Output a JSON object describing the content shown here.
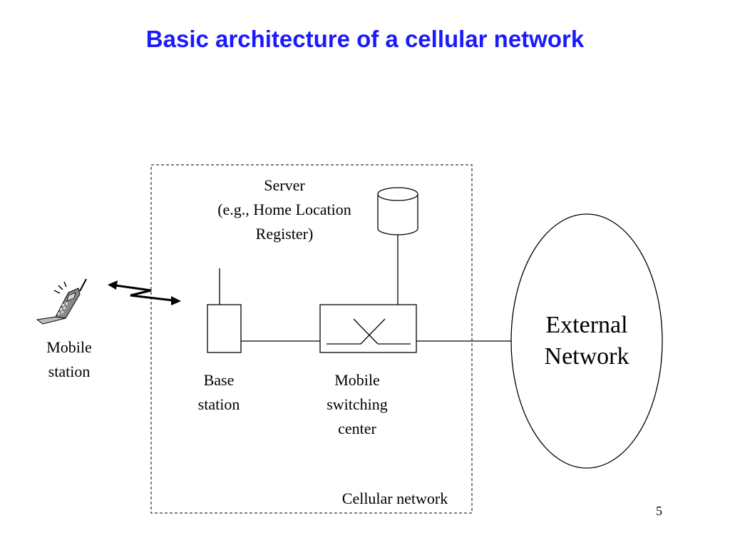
{
  "title": "Basic architecture of a cellular network",
  "labels": {
    "server_line1": "Server",
    "server_line2": "(e.g., Home Location",
    "server_line3": "Register)",
    "mobile_station_line1": "Mobile",
    "mobile_station_line2": "station",
    "base_station_line1": "Base",
    "base_station_line2": "station",
    "msc_line1": "Mobile",
    "msc_line2": "switching",
    "msc_line3": "center",
    "external_line1": "External",
    "external_line2": "Network",
    "cellular_network": "Cellular network"
  },
  "page_number": "5"
}
